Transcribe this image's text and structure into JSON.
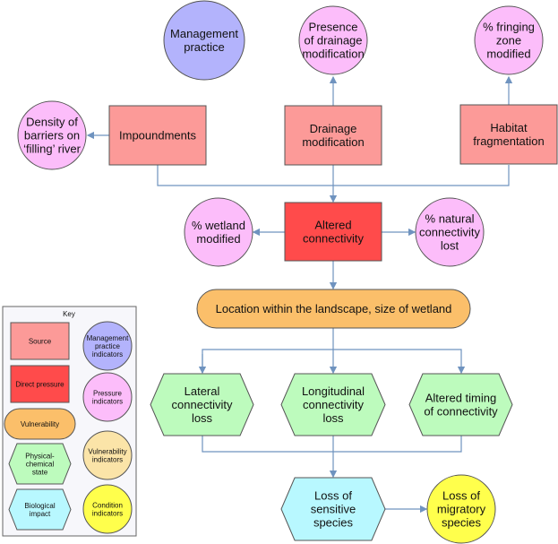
{
  "colors": {
    "source": "#fc9a98",
    "direct": "#ff4b4b",
    "pressure": "#fcbdfa",
    "management": "#b3b3fc",
    "vulnerability": "#fbbf6a",
    "physical": "#bdfbbd",
    "biological": "#b8f8ff",
    "condition": "#ffff4c",
    "vuln_ind": "#fbe4a8",
    "edge": "#6f93bf"
  },
  "nodes": {
    "management": [
      "Management",
      "practice"
    ],
    "presence": [
      "Presence",
      "of drainage",
      "modification"
    ],
    "fringing": [
      "% fringing",
      "zone",
      "modified"
    ],
    "density": [
      "Density of",
      "barriers on",
      "‘filling’ river"
    ],
    "impoundments": [
      "Impoundments"
    ],
    "drainage": [
      "Drainage",
      "modification"
    ],
    "habitat": [
      "Habitat",
      "fragmentation"
    ],
    "altered": [
      "Altered",
      "connectivity"
    ],
    "wetland": [
      "% wetland",
      "modified"
    ],
    "natural": [
      "% natural",
      "connectivity",
      "lost"
    ],
    "location": [
      "Location within the landscape, size of wetland"
    ],
    "lateral": [
      "Lateral",
      "connectivity",
      "loss"
    ],
    "longitudinal": [
      "Longitudinal",
      "connectivity",
      "loss"
    ],
    "timing": [
      "Altered timing",
      "of connectivity"
    ],
    "sensitive": [
      "Loss of",
      "sensitive",
      "species"
    ],
    "migratory": [
      "Loss of",
      "migratory",
      "species"
    ]
  },
  "key": {
    "title": "Key",
    "source": [
      "Source"
    ],
    "direct": [
      "Direct pressure"
    ],
    "vulnerability": [
      "Vulnerability"
    ],
    "physical": [
      "Physical-",
      "chemical",
      "state"
    ],
    "biological": [
      "Biological",
      "impact"
    ],
    "management": [
      "Management",
      "practice",
      "indicators"
    ],
    "pressure": [
      "Pressure",
      "indicators"
    ],
    "vuln_ind": [
      "Vulnerability",
      "indicators"
    ],
    "condition": [
      "Condition",
      "indicators"
    ]
  }
}
